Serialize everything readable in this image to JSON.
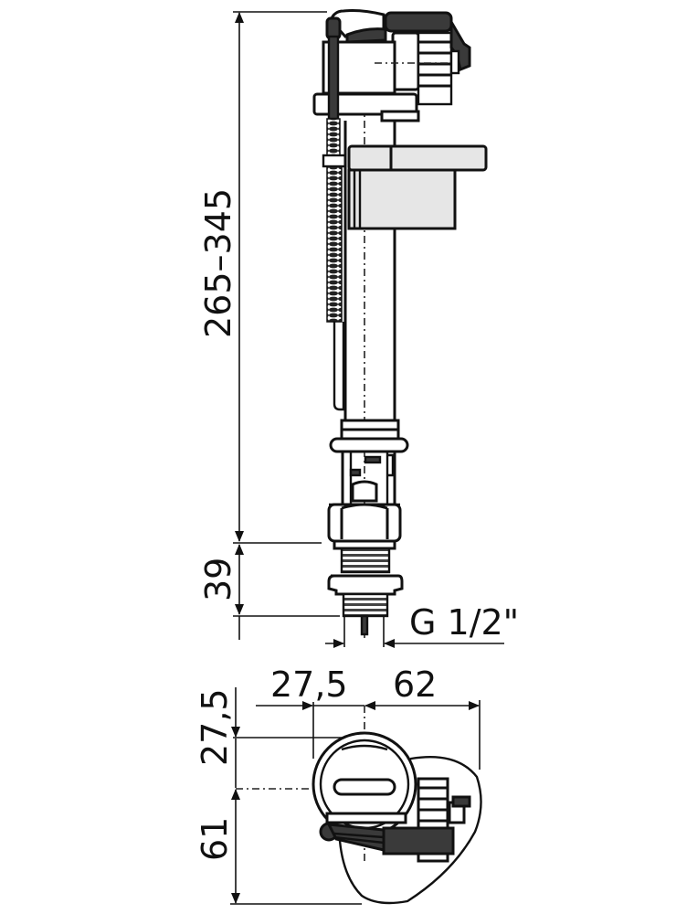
{
  "drawing": {
    "subject": "Toilet cistern fill valve (bottom inlet) technical drawing",
    "views": [
      "side-elevation",
      "top-plan"
    ],
    "colors": {
      "line": "#111111",
      "fill_light": "#e6e6e6",
      "fill_dark": "#3a3a3a",
      "background": "#ffffff"
    }
  },
  "dimensions": {
    "total_height": {
      "label": "265–345",
      "unit": "mm",
      "orientation": "vertical"
    },
    "thread_length": {
      "label": "39",
      "unit": "mm",
      "orientation": "vertical"
    },
    "thread_spec": {
      "label": "G 1/2\"",
      "orientation": "horizontal"
    },
    "plan_left_offset": {
      "label": "27,5",
      "unit": "mm",
      "orientation": "horizontal"
    },
    "plan_right_width": {
      "label": "62",
      "unit": "mm",
      "orientation": "horizontal"
    },
    "plan_top_offset": {
      "label": "27,5",
      "unit": "mm",
      "orientation": "vertical"
    },
    "plan_bottom_depth": {
      "label": "61",
      "unit": "mm",
      "orientation": "vertical"
    }
  }
}
